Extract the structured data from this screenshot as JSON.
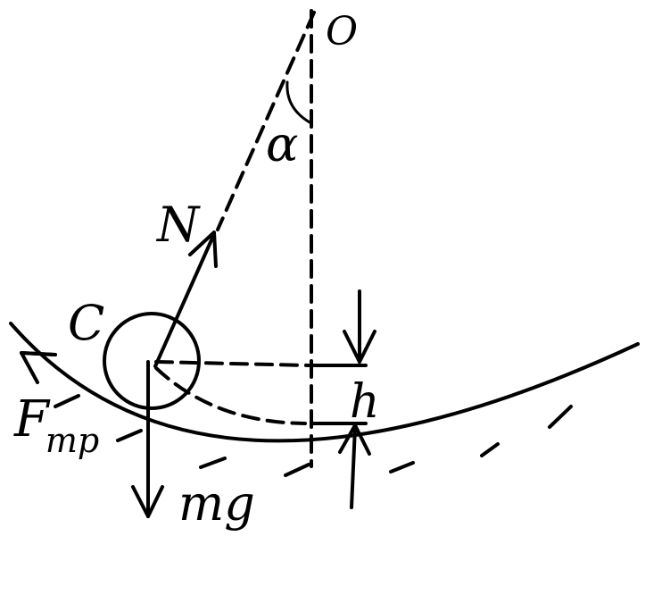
{
  "labels": {
    "pivot": "O",
    "angle": "α",
    "normal_force": "N",
    "center": "C",
    "friction_main": "F",
    "friction_sub": "mp",
    "gravity": "mg",
    "height": "h"
  },
  "colors": {
    "ink": "#000000",
    "background": "#ffffff"
  }
}
